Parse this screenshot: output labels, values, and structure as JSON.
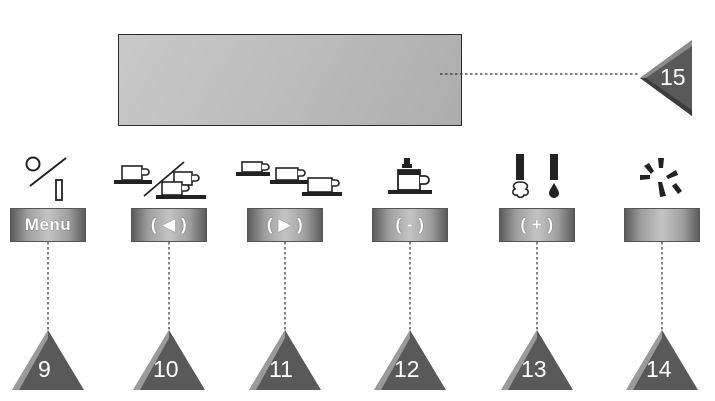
{
  "buttons": [
    {
      "id": "menu",
      "label": "Menu",
      "callout": "9",
      "icon": "power-standby-icon"
    },
    {
      "id": "left",
      "label": "( ◀ )",
      "callout": "10",
      "icon": "one-two-cups-icon"
    },
    {
      "id": "right",
      "label": "( ▶ )",
      "callout": "11",
      "icon": "cup-sizes-icon"
    },
    {
      "id": "minus",
      "label": "( - )",
      "callout": "12",
      "icon": "coffee-pot-icon"
    },
    {
      "id": "plus",
      "label": "( + )",
      "callout": "13",
      "icon": "steam-hot-water-icon"
    },
    {
      "id": "rinse",
      "label": "",
      "callout": "14",
      "icon": "rinse-icon"
    }
  ],
  "display": {
    "callout": "15"
  },
  "colors": {
    "callout_fill": "#595959",
    "callout_shade": "#9a9a9a",
    "display_fill": "#bdbdbd",
    "line": "#333333"
  }
}
